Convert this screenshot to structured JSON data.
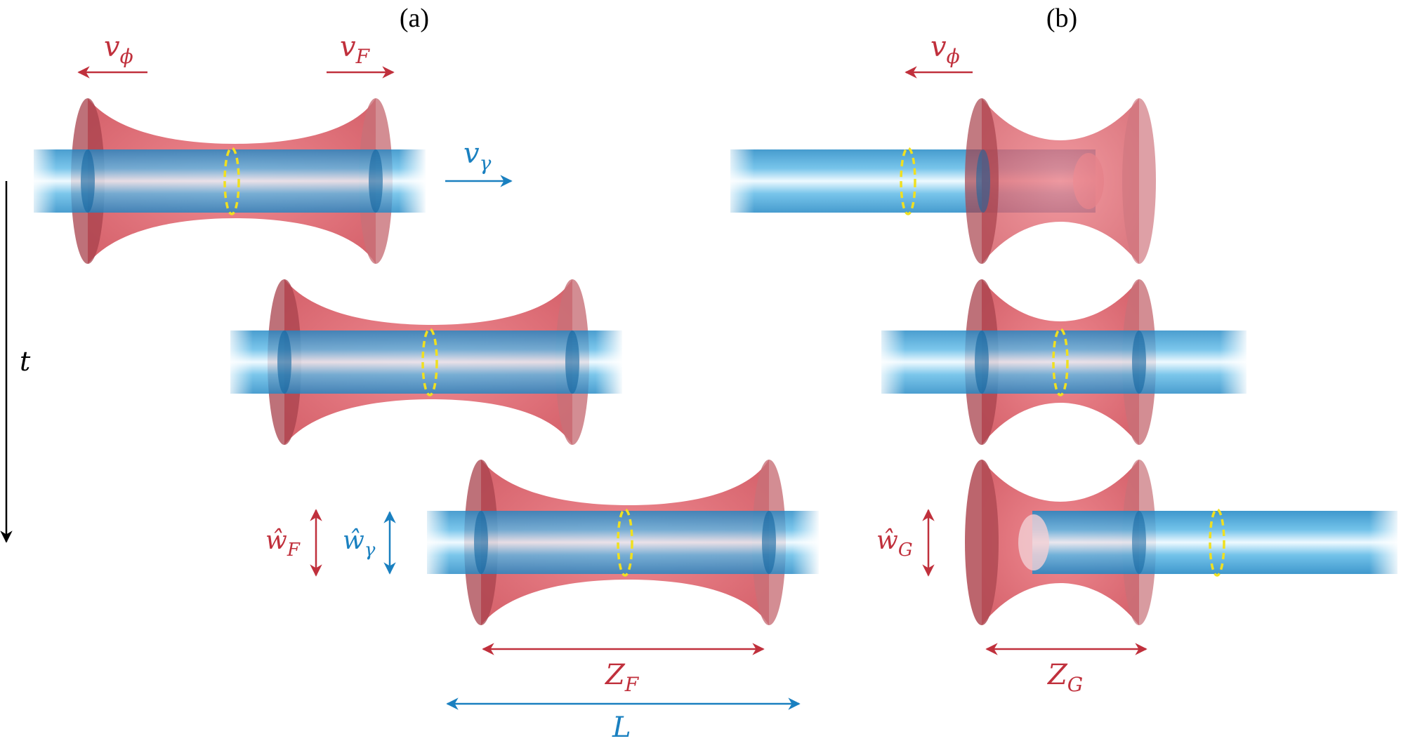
{
  "panels": {
    "a": {
      "label": "(a)"
    },
    "b": {
      "label": "(b)"
    }
  },
  "colors": {
    "pulse": "#c0303c",
    "beam": "#1a80c0",
    "focus_ring": "#f0e020",
    "axis": "#000000"
  },
  "labels": {
    "time_axis": {
      "base": "t"
    },
    "phase_velocity_a": {
      "base": "v",
      "sub": "ϕ"
    },
    "focal_velocity": {
      "base": "v",
      "sub": "F"
    },
    "beam_velocity": {
      "base": "v",
      "sub": "γ"
    },
    "pulse_width_a": {
      "base": "ŵ",
      "sub": "F"
    },
    "beam_width": {
      "base": "ŵ",
      "sub": "γ"
    },
    "range_a": {
      "base": "Z",
      "sub": "F"
    },
    "interaction_length": {
      "base": "L"
    },
    "phase_velocity_b": {
      "base": "v",
      "sub": "ϕ"
    },
    "pulse_width_b": {
      "base": "ŵ",
      "sub": "G"
    },
    "range_b": {
      "base": "Z",
      "sub": "G"
    }
  },
  "icons": {
    "pulse": "hyperboloid-pulse-icon",
    "beam": "cylinder-beam-icon",
    "focus": "dashed-ellipse-focus-icon"
  }
}
